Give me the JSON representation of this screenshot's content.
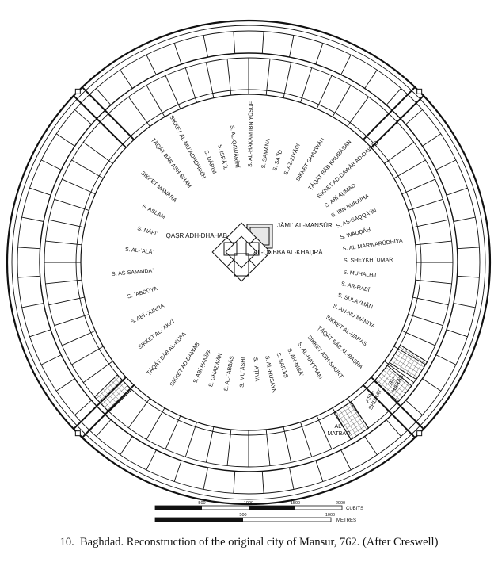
{
  "caption": {
    "number": "10.",
    "text": "Baghdad. Reconstruction of the original city of Mansur, 762. (After Creswell)"
  },
  "centre": {
    "qasr": "QAṢR ADH-DHAHAB",
    "jami": "JĀMIʿ AL-MANṢŪR",
    "qubba": "AL-QUBBA AL-KHAḌRĀ"
  },
  "radial_labels": [
    {
      "text": "S. AL-ḤAKAM IBN YŪSUF",
      "deg": 1
    },
    {
      "text": "S. AL-QAWĀRĪRĪ",
      "deg": -7
    },
    {
      "text": "S. ISRĀʾĪL",
      "deg": -14
    },
    {
      "text": "S. DĀRIM",
      "deg": -21
    },
    {
      "text": "SIKKET AL-MUʾADHDHINĪN",
      "deg": -28
    },
    {
      "text": "ṬĀQĀT BĀB ASH-SHĀM",
      "deg": -38
    },
    {
      "text": "SIKKET MANĀRA",
      "deg": -50
    },
    {
      "text": "S. ASLAM",
      "deg": -62
    },
    {
      "text": "S. NĀFIʿ",
      "deg": -73
    },
    {
      "text": "S. AL-ʿALĀʾ",
      "deg": -84
    },
    {
      "text": "S. AS-SAMAIDAʾ",
      "deg": -95
    },
    {
      "text": "S. ʿABDŪYA",
      "deg": -106
    },
    {
      "text": "S. ABĪ QURRA",
      "deg": -117
    },
    {
      "text": "SIKKET AL-ʿAKKĪ",
      "deg": -128
    },
    {
      "text": "ṬĀQĀT BĀB AL-KŪFA",
      "deg": -138
    },
    {
      "text": "SIKKET AD-DAWĀB",
      "deg": -148
    },
    {
      "text": "S. ABĪ ḤANĪFA",
      "deg": -156
    },
    {
      "text": "S. GHAZWĀN",
      "deg": -163
    },
    {
      "text": "S. AL-ʿABBĀS",
      "deg": -170
    },
    {
      "text": "S. MUʿĀSHI",
      "deg": -177
    },
    {
      "text": "S. ʿAṬIYA",
      "deg": 176
    },
    {
      "text": "S. AL-ḤUSAYN",
      "deg": 169
    },
    {
      "text": "S. SARJIS",
      "deg": 162
    },
    {
      "text": "S. AN-NISĀʾ",
      "deg": 155
    },
    {
      "text": "S. AL-HAYTHAM",
      "deg": 148
    },
    {
      "text": "SIKKET ASH-SHURṬ",
      "deg": 141
    },
    {
      "text": "ṬĀQĀT BĀB AL-BAṢRA",
      "deg": 133
    },
    {
      "text": "SIKKET AL-ḤARAS",
      "deg": 125
    },
    {
      "text": "S. AN-NUʿMĀNIYA",
      "deg": 117
    },
    {
      "text": "S. SULAYMĀN",
      "deg": 110
    },
    {
      "text": "S. AR-RABĪʿ",
      "deg": 103
    },
    {
      "text": "S. MUHALHIL",
      "deg": 96
    },
    {
      "text": "S. SHEYKH ʿUMAR",
      "deg": 89
    },
    {
      "text": "S. AL-MARWARŪDHĪYA",
      "deg": 82
    },
    {
      "text": "S. WAḌḌĀḤ",
      "deg": 75
    },
    {
      "text": "S. AS-SAQQĀʾĪN",
      "deg": 68
    },
    {
      "text": "S. IBN BURAIHA",
      "deg": 61
    },
    {
      "text": "S. ABĪ AḤMAD",
      "deg": 54
    },
    {
      "text": "SIKKET AD-DAWĀB AD-DAWĀB",
      "deg": 47
    },
    {
      "text": "ṬĀQĀT BĀB KHURĀSĀN",
      "deg": 40
    },
    {
      "text": "SIKKET GHAZWĀN",
      "deg": 31
    },
    {
      "text": "S. AZ-ZIYĀDI",
      "deg": 23
    },
    {
      "text": "S. SAʿĪD",
      "deg": 16
    },
    {
      "text": "S. SAMĀNA",
      "deg": 9
    }
  ],
  "block_labels": {
    "matbaq": [
      "AL-",
      "MATBAQ"
    ],
    "shurat": [
      "ASH-",
      "SHURAT"
    ],
    "haras": [
      "AL-",
      "ḤARAS"
    ]
  },
  "scale": {
    "cubit_ticks": [
      "500",
      "1000",
      "1500",
      "2000"
    ],
    "cubit_unit": "CUBITS",
    "metre_ticks": [
      "500",
      "1000"
    ],
    "metre_unit": "METRES"
  }
}
